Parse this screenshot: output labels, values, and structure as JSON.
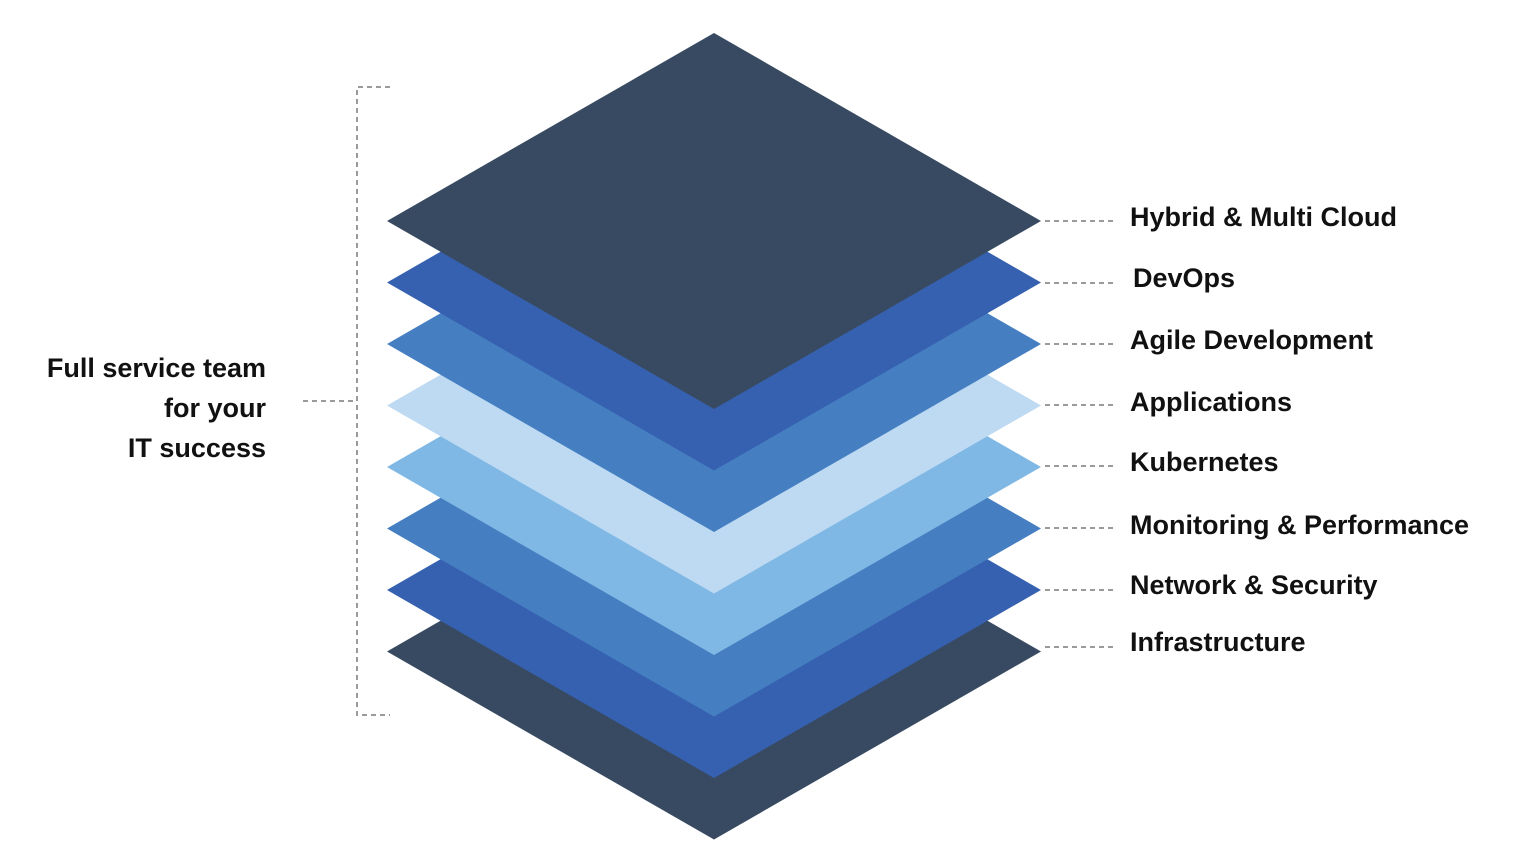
{
  "caption": {
    "lines": [
      "Full service team",
      "for your",
      "IT success"
    ]
  },
  "layers": [
    {
      "label": "Hybrid & Multi Cloud",
      "color": "#384a61"
    },
    {
      "label": "DevOps",
      "color": "#3661b0"
    },
    {
      "label": "Agile Development",
      "color": "#457fc2"
    },
    {
      "label": "Applications",
      "color": "#bddaf2"
    },
    {
      "label": "Kubernetes",
      "color": "#80b8e5"
    },
    {
      "label": "Monitoring & Performance",
      "color": "#457fc2"
    },
    {
      "label": "Network & Security",
      "color": "#3661b0"
    },
    {
      "label": "Infrastructure",
      "color": "#384a61"
    }
  ],
  "colors": {
    "text": "#111111",
    "connector": "#9a9a9a"
  }
}
